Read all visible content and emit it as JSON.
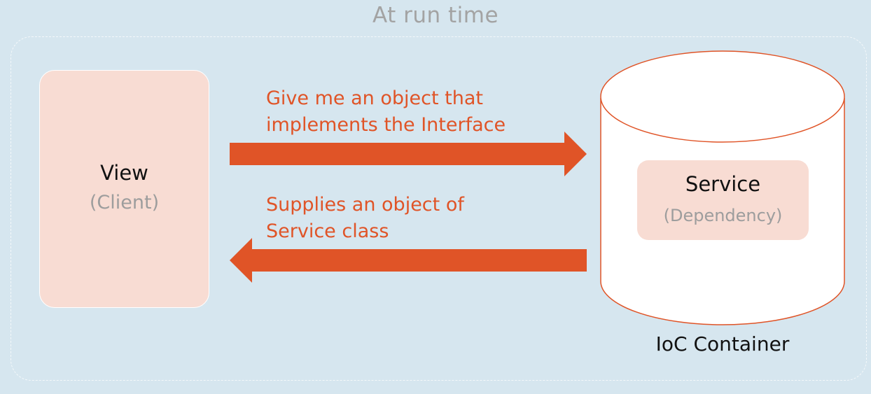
{
  "heading": "At run time",
  "client": {
    "title": "View",
    "subtitle": "(Client)"
  },
  "request": {
    "label": "Give me an object that\nimplements the Interface"
  },
  "response": {
    "label": "Supplies an object of\nService class"
  },
  "service": {
    "title": "Service",
    "subtitle": "(Dependency)"
  },
  "container": {
    "label": "IoC Container"
  },
  "colors": {
    "background": "#d6e6ef",
    "arrow": "#e05427",
    "box_fill": "#f8dcd3",
    "heading_text": "#a3a3a3"
  }
}
